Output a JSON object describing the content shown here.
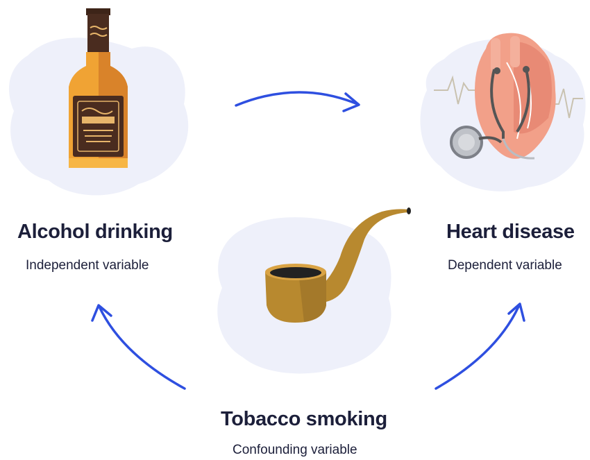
{
  "nodes": {
    "alcohol": {
      "title": "Alcohol drinking",
      "subtitle": "Independent variable",
      "icon": "whiskey-bottle-icon"
    },
    "heart": {
      "title": "Heart disease",
      "subtitle": "Dependent variable",
      "icon": "heart-with-stethoscope-icon"
    },
    "tobacco": {
      "title": "Tobacco smoking",
      "subtitle": "Confounding variable",
      "icon": "tobacco-pipe-icon"
    }
  },
  "colors": {
    "arrow": "#2e4fe0",
    "blob": "#eef0fa",
    "text": "#1c1f3a"
  }
}
